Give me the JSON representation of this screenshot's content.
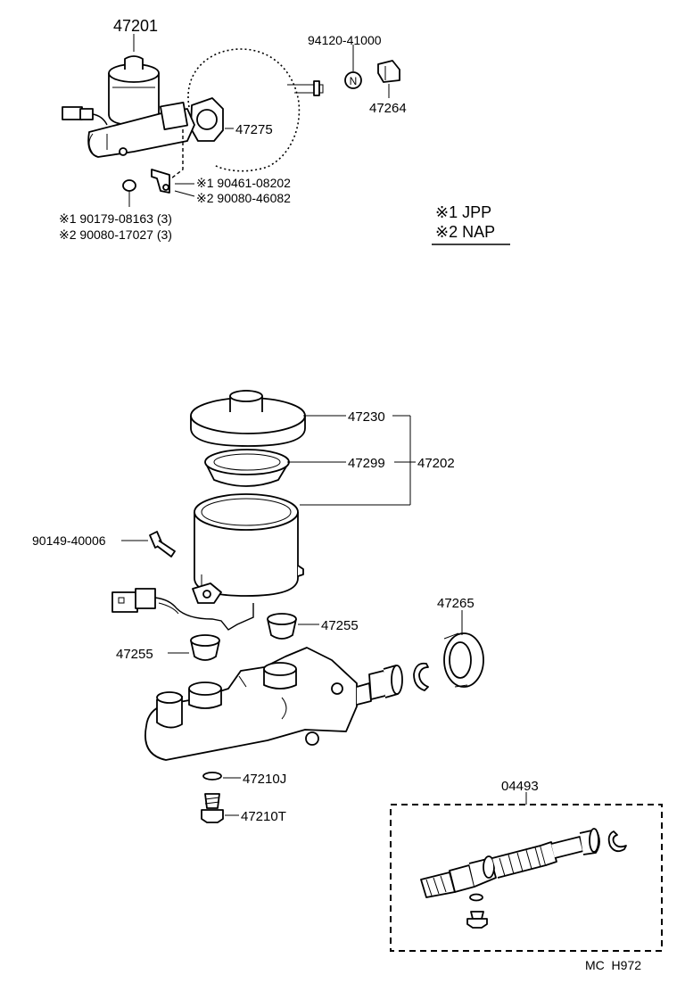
{
  "upper": {
    "p47201": "47201",
    "p94120": "94120-41000",
    "p47264": "47264",
    "p47275": "47275",
    "p90461": "※1 90461-08202",
    "p90080a": "※2 90080-46082",
    "p90179": "※1 90179-08163 (3)",
    "p90080b": "※2 90080-17027 (3)",
    "nut_glyph": "N"
  },
  "legend": {
    "line1": "※1 JPP",
    "line2": "※2 NAP"
  },
  "lower": {
    "p47230": "47230",
    "p47299": "47299",
    "p47202": "47202",
    "p90149": "90149-40006",
    "p47255a": "47255",
    "p47255b": "47255",
    "p47265": "47265",
    "p47210J": "47210J",
    "p47210T": "47210T",
    "p04493": "04493"
  },
  "footer": {
    "code": "MC  H972"
  }
}
